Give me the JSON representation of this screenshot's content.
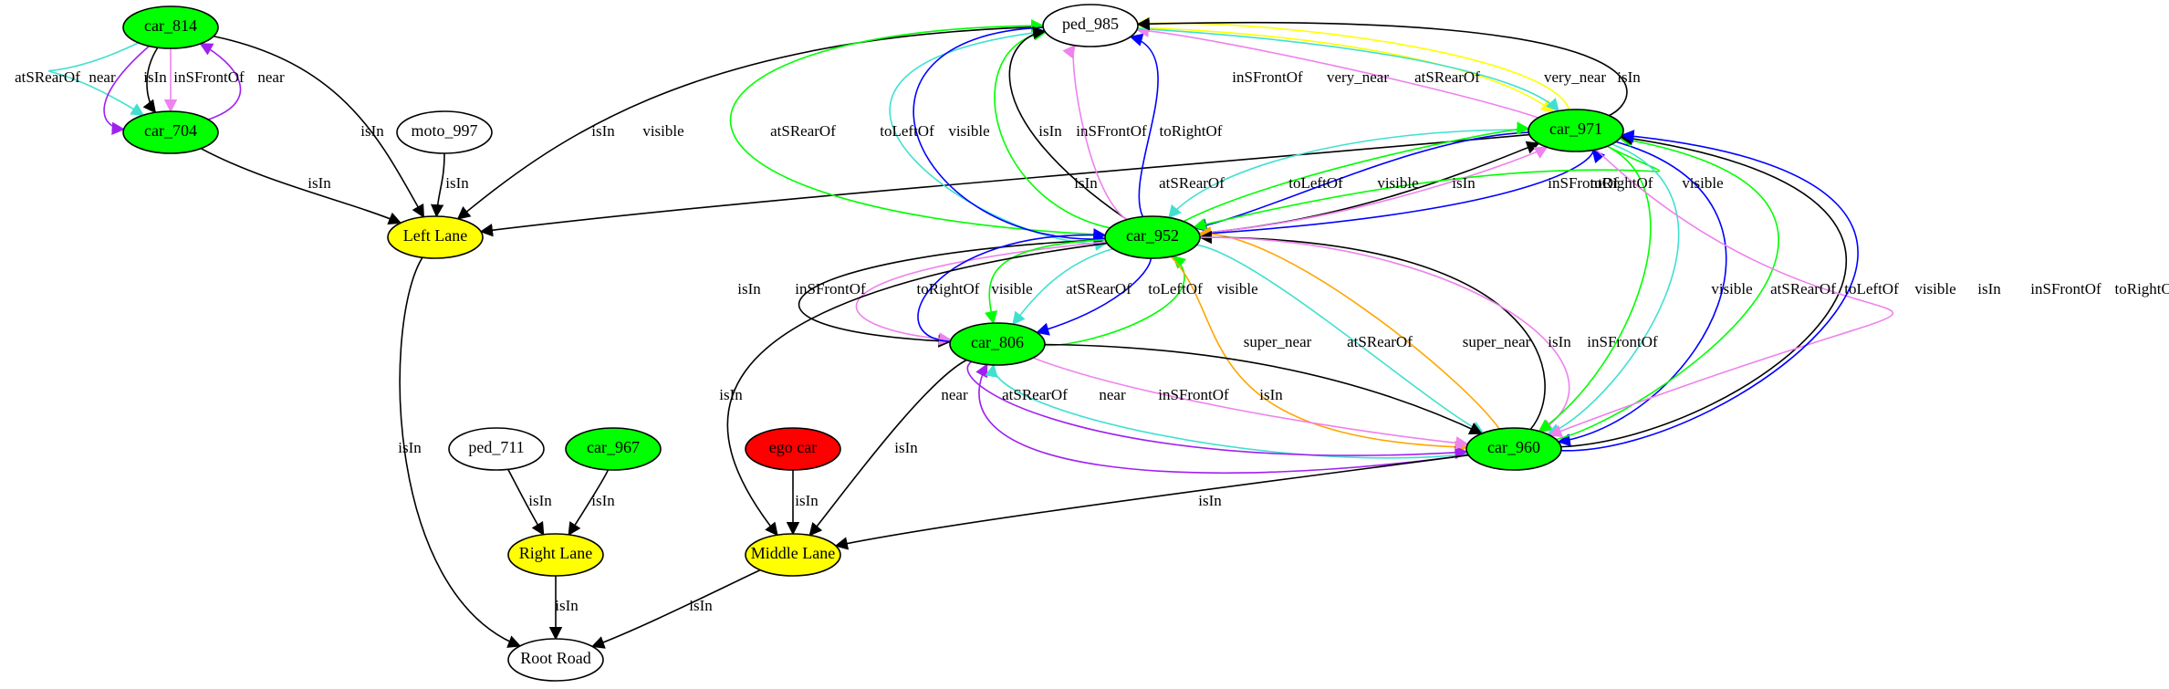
{
  "nodes": [
    {
      "id": "car_814",
      "label": "car_814",
      "fill": "#00ff00"
    },
    {
      "id": "car_704",
      "label": "car_704",
      "fill": "#00ff00"
    },
    {
      "id": "moto_997",
      "label": "moto_997",
      "fill": "#ffffff"
    },
    {
      "id": "left_lane",
      "label": "Left Lane",
      "fill": "#ffff00"
    },
    {
      "id": "ped_985",
      "label": "ped_985",
      "fill": "#ffffff"
    },
    {
      "id": "car_971",
      "label": "car_971",
      "fill": "#00ff00"
    },
    {
      "id": "car_952",
      "label": "car_952",
      "fill": "#00ff00"
    },
    {
      "id": "car_806",
      "label": "car_806",
      "fill": "#00ff00"
    },
    {
      "id": "car_960",
      "label": "car_960",
      "fill": "#00ff00"
    },
    {
      "id": "ped_711",
      "label": "ped_711",
      "fill": "#ffffff"
    },
    {
      "id": "car_967",
      "label": "car_967",
      "fill": "#00ff00"
    },
    {
      "id": "ego_car",
      "label": "ego car",
      "fill": "#ff0000"
    },
    {
      "id": "right_lane",
      "label": "Right Lane",
      "fill": "#ffff00"
    },
    {
      "id": "middle_lane",
      "label": "Middle Lane",
      "fill": "#ffff00"
    },
    {
      "id": "root_road",
      "label": "Root Road",
      "fill": "#ffffff"
    }
  ],
  "edges": [
    {
      "source": "car_814",
      "target": "car_704",
      "label": "atSRearOf",
      "color": "#40e0d0"
    },
    {
      "source": "car_814",
      "target": "car_704",
      "label": "near",
      "color": "#a020f0"
    },
    {
      "source": "car_814",
      "target": "car_704",
      "label": "isIn",
      "color": "#000000"
    },
    {
      "source": "car_814",
      "target": "car_704",
      "label": "inSFrontOf",
      "color": "#ee82ee"
    },
    {
      "source": "car_704",
      "target": "car_814",
      "label": "near",
      "color": "#a020f0"
    },
    {
      "source": "car_814",
      "target": "left_lane",
      "label": "isIn",
      "color": "#000000"
    },
    {
      "source": "car_704",
      "target": "left_lane",
      "label": "isIn",
      "color": "#000000"
    },
    {
      "source": "moto_997",
      "target": "left_lane",
      "label": "isIn",
      "color": "#000000"
    },
    {
      "source": "ped_985",
      "target": "left_lane",
      "label": "isIn",
      "color": "#000000"
    },
    {
      "source": "car_971",
      "target": "left_lane",
      "label": "isIn",
      "color": "#000000"
    },
    {
      "source": "left_lane",
      "target": "root_road",
      "label": "isIn",
      "color": "#000000"
    },
    {
      "source": "car_952",
      "target": "ped_985",
      "label": "visible",
      "color": "#00ff00"
    },
    {
      "source": "ped_985",
      "target": "car_952",
      "label": "atSRearOf",
      "color": "#40e0d0"
    },
    {
      "source": "ped_985",
      "target": "car_952",
      "label": "toLeftOf",
      "color": "#0000ff"
    },
    {
      "source": "car_952",
      "target": "ped_985",
      "label": "visible",
      "color": "#00ff00"
    },
    {
      "source": "car_952",
      "target": "ped_985",
      "label": "isIn",
      "color": "#000000"
    },
    {
      "source": "car_952",
      "target": "ped_985",
      "label": "inSFrontOf",
      "color": "#ee82ee"
    },
    {
      "source": "car_952",
      "target": "ped_985",
      "label": "toRightOf",
      "color": "#0000ff"
    },
    {
      "source": "car_971",
      "target": "ped_985",
      "label": "inSFrontOf",
      "color": "#ee82ee"
    },
    {
      "source": "ped_985",
      "target": "car_971",
      "label": "very_near",
      "color": "#ffff00"
    },
    {
      "source": "ped_985",
      "target": "car_971",
      "label": "atSRearOf",
      "color": "#40e0d0"
    },
    {
      "source": "car_971",
      "target": "ped_985",
      "label": "very_near",
      "color": "#ffff00"
    },
    {
      "source": "car_971",
      "target": "ped_985",
      "label": "isIn",
      "color": "#000000"
    },
    {
      "source": "car_971",
      "target": "car_952",
      "label": "atSRearOf",
      "color": "#40e0d0"
    },
    {
      "source": "car_971",
      "target": "car_952",
      "label": "toLeftOf",
      "color": "#0000ff"
    },
    {
      "source": "car_952",
      "target": "car_971",
      "label": "visible",
      "color": "#00ff00"
    },
    {
      "source": "car_952",
      "target": "car_971",
      "label": "isIn",
      "color": "#000000"
    },
    {
      "source": "car_952",
      "target": "car_971",
      "label": "inSFrontOf",
      "color": "#ee82ee"
    },
    {
      "source": "car_952",
      "target": "car_971",
      "label": "toRightOf",
      "color": "#0000ff"
    },
    {
      "source": "car_971",
      "target": "car_952",
      "label": "visible",
      "color": "#00ff00"
    },
    {
      "source": "car_952",
      "target": "car_806",
      "label": "isIn",
      "color": "#000000"
    },
    {
      "source": "car_952",
      "target": "car_806",
      "label": "inSFrontOf",
      "color": "#ee82ee"
    },
    {
      "source": "car_806",
      "target": "car_952",
      "label": "toRightOf",
      "color": "#0000ff"
    },
    {
      "source": "car_952",
      "target": "car_806",
      "label": "visible",
      "color": "#00ff00"
    },
    {
      "source": "car_952",
      "target": "car_806",
      "label": "atSRearOf",
      "color": "#40e0d0"
    },
    {
      "source": "car_952",
      "target": "car_806",
      "label": "toLeftOf",
      "color": "#0000ff"
    },
    {
      "source": "car_806",
      "target": "car_952",
      "label": "visible",
      "color": "#00ff00"
    },
    {
      "source": "car_952",
      "target": "middle_lane",
      "label": "isIn",
      "color": "#000000"
    },
    {
      "source": "car_952",
      "target": "car_960",
      "label": "super_near",
      "color": "#ffa500"
    },
    {
      "source": "car_952",
      "target": "car_960",
      "label": "atSRearOf",
      "color": "#40e0d0"
    },
    {
      "source": "car_960",
      "target": "car_952",
      "label": "super_near",
      "color": "#ffa500"
    },
    {
      "source": "car_960",
      "target": "car_952",
      "label": "isIn",
      "color": "#000000"
    },
    {
      "source": "car_952",
      "target": "car_960",
      "label": "inSFrontOf",
      "color": "#ee82ee"
    },
    {
      "source": "car_971",
      "target": "car_960",
      "label": "visible",
      "color": "#00ff00"
    },
    {
      "source": "car_971",
      "target": "car_960",
      "label": "atSRearOf",
      "color": "#40e0d0"
    },
    {
      "source": "car_971",
      "target": "car_960",
      "label": "toLeftOf",
      "color": "#0000ff"
    },
    {
      "source": "car_960",
      "target": "car_971",
      "label": "visible",
      "color": "#00ff00"
    },
    {
      "source": "car_960",
      "target": "car_971",
      "label": "isIn",
      "color": "#000000"
    },
    {
      "source": "car_971",
      "target": "car_960",
      "label": "inSFrontOf",
      "color": "#ee82ee"
    },
    {
      "source": "car_960",
      "target": "car_971",
      "label": "toRightOf",
      "color": "#0000ff"
    },
    {
      "source": "car_960",
      "target": "car_806",
      "label": "near",
      "color": "#a020f0"
    },
    {
      "source": "car_960",
      "target": "car_806",
      "label": "atSRearOf",
      "color": "#40e0d0"
    },
    {
      "source": "car_806",
      "target": "car_960",
      "label": "near",
      "color": "#a020f0"
    },
    {
      "source": "car_806",
      "target": "car_960",
      "label": "inSFrontOf",
      "color": "#ee82ee"
    },
    {
      "source": "car_806",
      "target": "car_960",
      "label": "isIn",
      "color": "#000000"
    },
    {
      "source": "car_806",
      "target": "middle_lane",
      "label": "isIn",
      "color": "#000000"
    },
    {
      "source": "car_960",
      "target": "middle_lane",
      "label": "isIn",
      "color": "#000000"
    },
    {
      "source": "ego_car",
      "target": "middle_lane",
      "label": "isIn",
      "color": "#000000"
    },
    {
      "source": "middle_lane",
      "target": "root_road",
      "label": "isIn",
      "color": "#000000"
    },
    {
      "source": "ped_711",
      "target": "right_lane",
      "label": "isIn",
      "color": "#000000"
    },
    {
      "source": "car_967",
      "target": "right_lane",
      "label": "isIn",
      "color": "#000000"
    },
    {
      "source": "right_lane",
      "target": "root_road",
      "label": "isIn",
      "color": "#000000"
    }
  ]
}
